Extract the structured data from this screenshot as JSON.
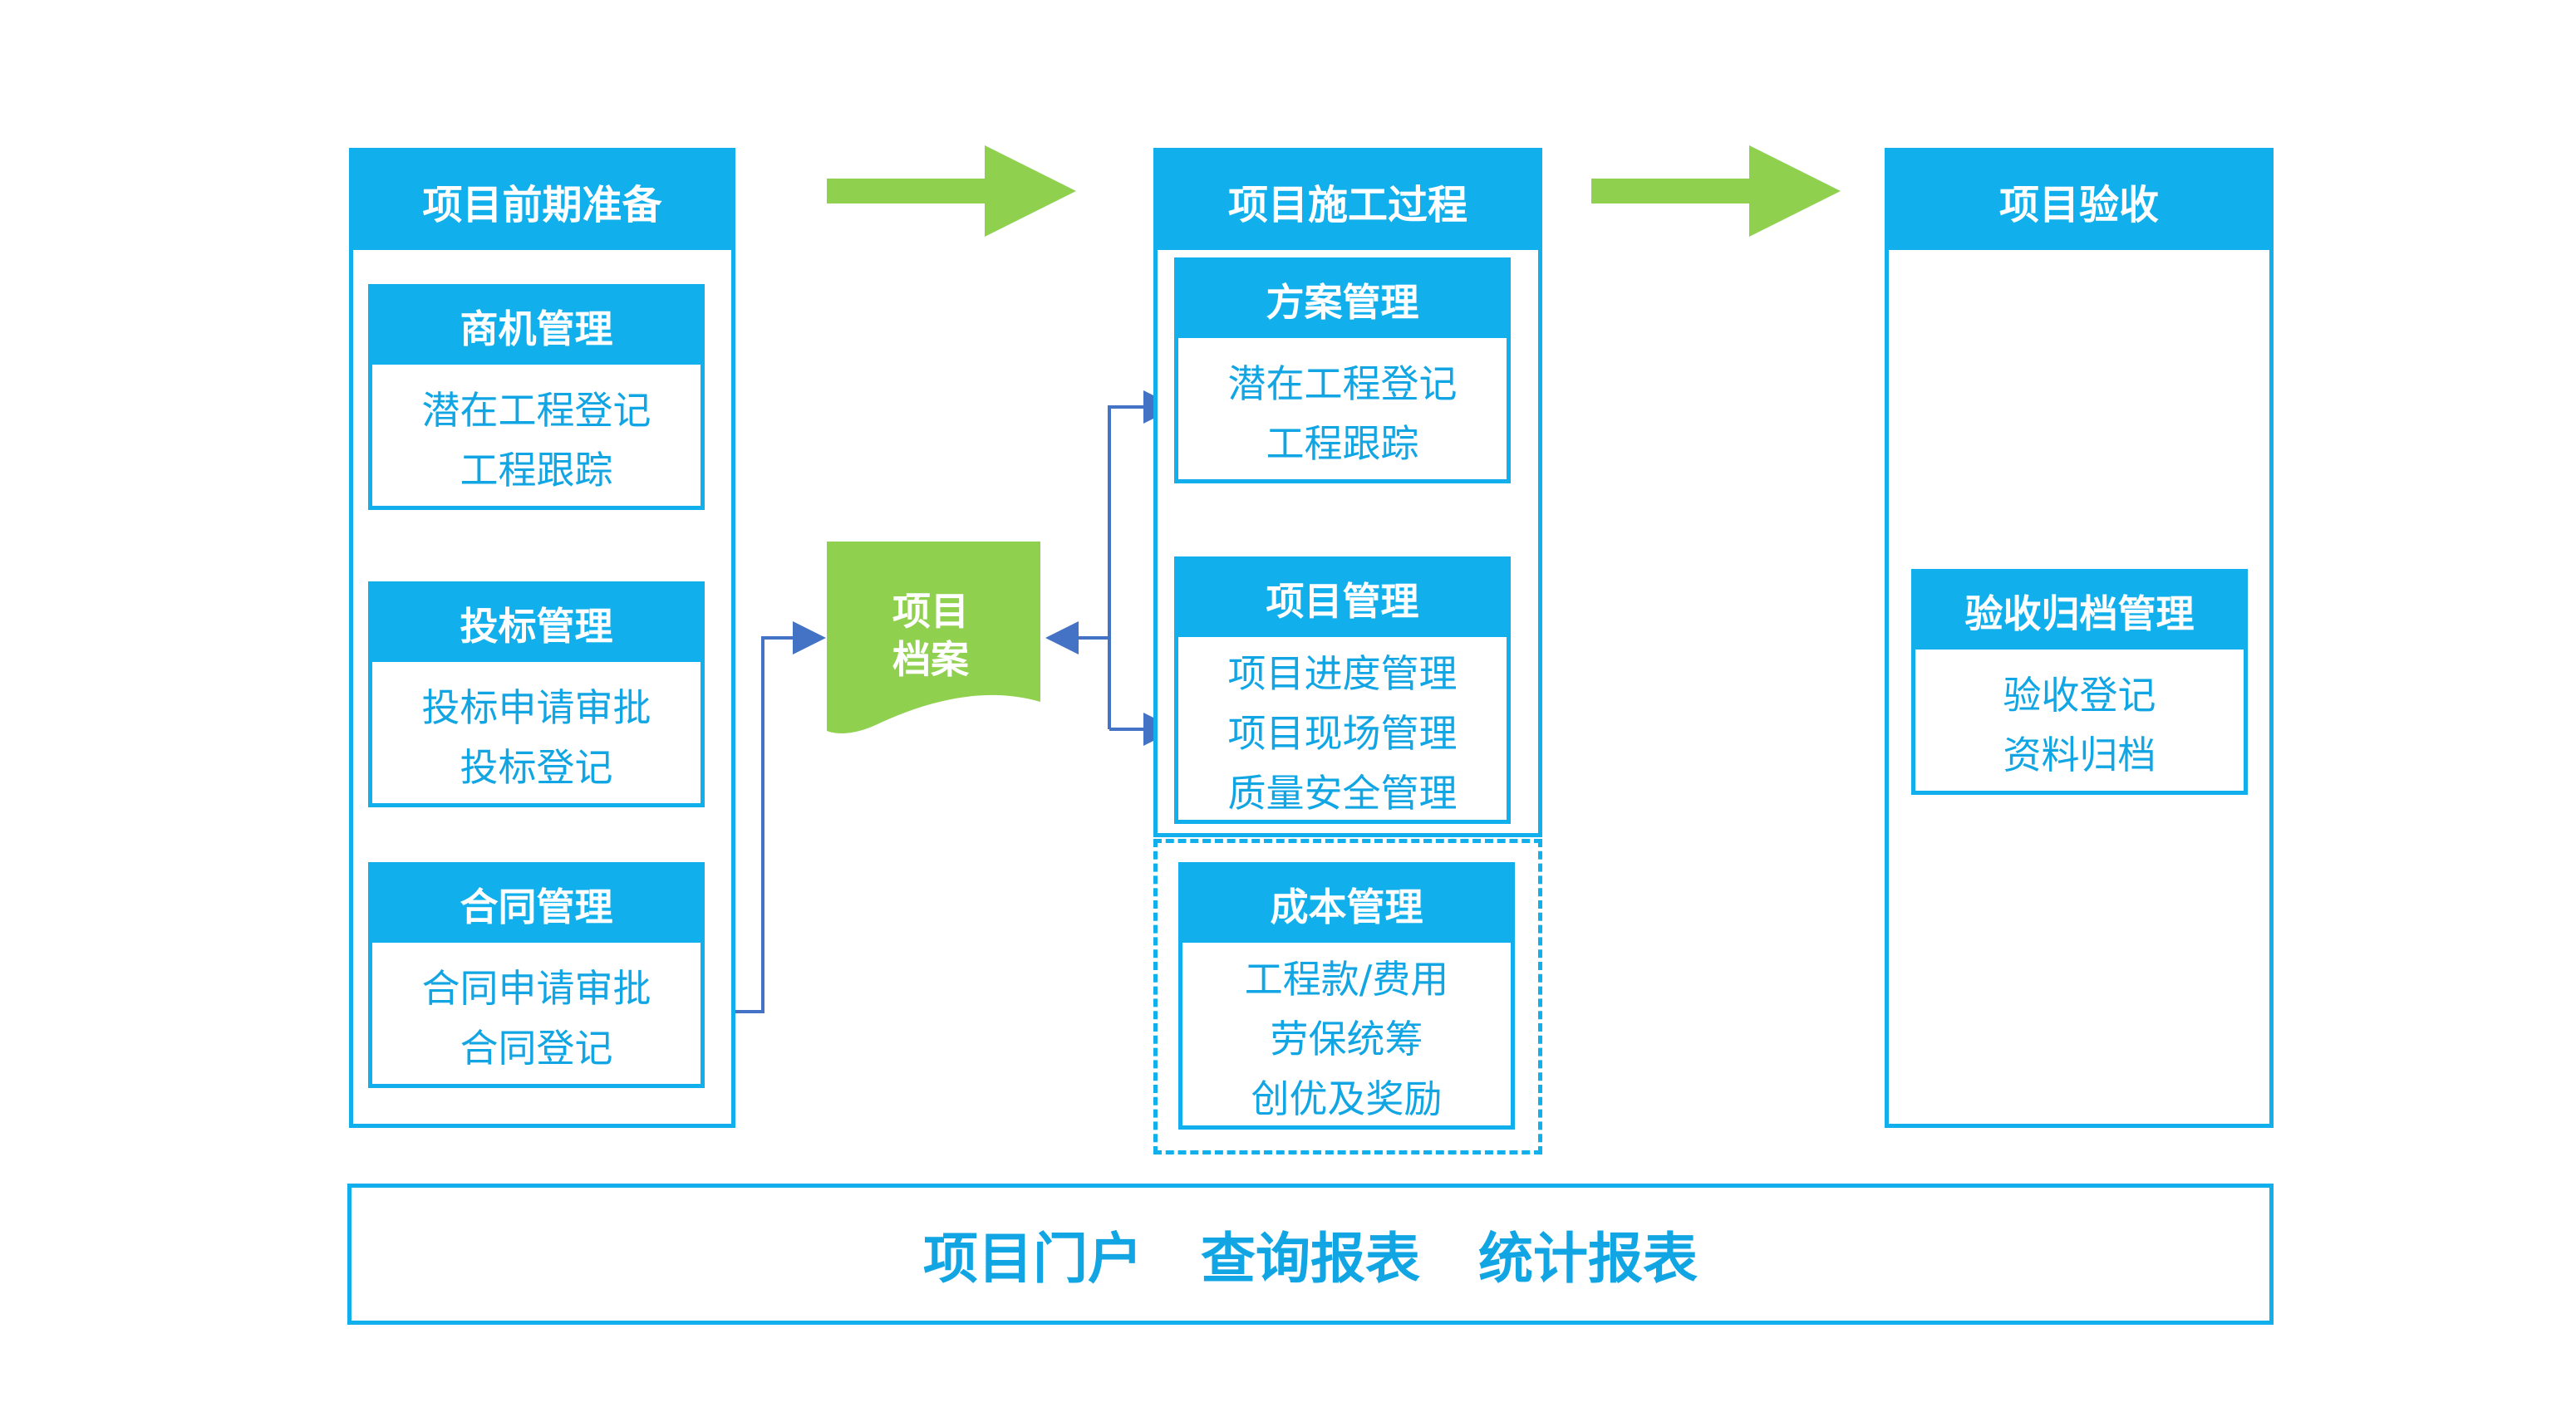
{
  "colors": {
    "primary_blue": "#11b0ec",
    "text_blue": "#11a6e3",
    "arrow_green": "#8fd14f",
    "connector_blue": "#4472c4"
  },
  "columns": {
    "preparation": {
      "title": "项目前期准备",
      "modules": [
        {
          "title": "商机管理",
          "items": [
            "潜在工程登记",
            "工程跟踪"
          ]
        },
        {
          "title": "投标管理",
          "items": [
            "投标申请审批",
            "投标登记"
          ]
        },
        {
          "title": "合同管理",
          "items": [
            "合同申请审批",
            "合同登记"
          ]
        }
      ]
    },
    "construction": {
      "title": "项目施工过程",
      "modules": [
        {
          "title": "方案管理",
          "items": [
            "潜在工程登记",
            "工程跟踪"
          ]
        },
        {
          "title": "项目管理",
          "items": [
            "项目进度管理",
            "项目现场管理",
            "质量安全管理"
          ]
        }
      ],
      "cost_module": {
        "title": "成本管理",
        "items": [
          "工程款/费用",
          "劳保统筹",
          "创优及奖励"
        ]
      }
    },
    "acceptance": {
      "title": "项目验收",
      "module": {
        "title": "验收归档管理",
        "items": [
          "验收登记",
          "资料归档"
        ]
      }
    }
  },
  "archive": {
    "lines": [
      "项目",
      "档案"
    ]
  },
  "bottom_bar": {
    "items": [
      "项目门户",
      "查询报表",
      "统计报表"
    ]
  }
}
